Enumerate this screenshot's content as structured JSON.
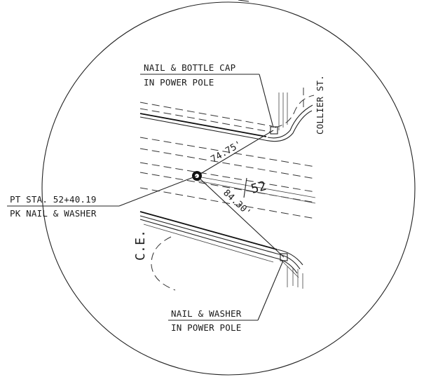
{
  "labels": {
    "nail_bottle_cap_line1": "NAIL & BOTTLE CAP",
    "nail_bottle_cap_line2": "IN POWER POLE",
    "collier_st": "COLLIER ST.",
    "pt_station_line1": "PT STA. 52+40.19",
    "pt_station_line2": "PK NAIL & WASHER",
    "nail_washer_line1": "NAIL & WASHER",
    "nail_washer_line2": "IN POWER POLE",
    "ce": "C.E.",
    "station_number": "52"
  },
  "distances": {
    "to_bottle_cap": "74.75'",
    "to_washer": "84.30'"
  }
}
